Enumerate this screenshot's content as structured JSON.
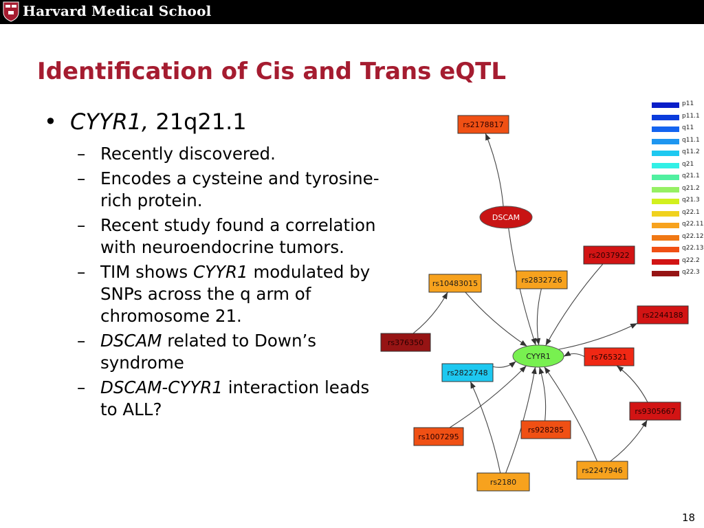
{
  "header": {
    "brand": "Harvard Medical School"
  },
  "slide": {
    "title": "Identification of Cis and Trans eQTL",
    "bullet": {
      "gene": "CYYR1,",
      "locus": " 21q21.1"
    },
    "subbullets": [
      [
        "",
        "Recently discovered.",
        ""
      ],
      [
        "",
        "Encodes a cysteine and tyrosine-rich protein.",
        ""
      ],
      [
        "",
        "Recent study found a correlation with neuroendocrine tumors.",
        ""
      ],
      [
        "TIM shows ",
        "CYYR1",
        " modulated by SNPs across the q arm of chromosome 21."
      ],
      [
        "",
        "DSCAM",
        " related to Down’s syndrome"
      ],
      [
        "",
        "DSCAM-CYYR1",
        " interaction leads to ALL?"
      ]
    ],
    "page_number": "18"
  },
  "legend": [
    {
      "label": "p11",
      "color": "#0a1ec8"
    },
    {
      "label": "p11.1",
      "color": "#0a3cdc"
    },
    {
      "label": "q11",
      "color": "#1464f0"
    },
    {
      "label": "q11.1",
      "color": "#1e96f0"
    },
    {
      "label": "q11.2",
      "color": "#1ec8f0"
    },
    {
      "label": "q21",
      "color": "#32f0e6"
    },
    {
      "label": "q21.1",
      "color": "#50f0a0"
    },
    {
      "label": "q21.2",
      "color": "#96f064"
    },
    {
      "label": "q21.3",
      "color": "#d2f01e"
    },
    {
      "label": "q22.1",
      "color": "#f0d21e"
    },
    {
      "label": "q22.11",
      "color": "#f7a21e"
    },
    {
      "label": "q22.12",
      "color": "#f07814"
    },
    {
      "label": "q22.13",
      "color": "#f05014"
    },
    {
      "label": "q22.2",
      "color": "#d21414"
    },
    {
      "label": "q22.3",
      "color": "#961414"
    }
  ],
  "network": {
    "nodes": [
      {
        "id": "CYYR1",
        "label": "CYYR1",
        "shape": "ellipse",
        "color": "#78f050"
      },
      {
        "id": "DSCAM",
        "label": "DSCAM",
        "shape": "ellipse",
        "color": "#c81414"
      },
      {
        "id": "rs2178817",
        "label": "rs2178817",
        "shape": "box",
        "color": "#f05014"
      },
      {
        "id": "rs2037922",
        "label": "rs2037922",
        "shape": "box",
        "color": "#d21414"
      },
      {
        "id": "rs10483015",
        "label": "rs10483015",
        "shape": "box",
        "color": "#f7a21e"
      },
      {
        "id": "rs2832726",
        "label": "rs2832726",
        "shape": "box",
        "color": "#f7a21e"
      },
      {
        "id": "rs2244188",
        "label": "rs2244188",
        "shape": "box",
        "color": "#d21414"
      },
      {
        "id": "rs376350",
        "label": "rs376350",
        "shape": "box",
        "color": "#961414"
      },
      {
        "id": "rs765321",
        "label": "rs765321",
        "shape": "box",
        "color": "#f02814"
      },
      {
        "id": "rs2822748",
        "label": "rs2822748",
        "shape": "box",
        "color": "#1ec8f0"
      },
      {
        "id": "rs9305667",
        "label": "rs9305667",
        "shape": "box",
        "color": "#d21414"
      },
      {
        "id": "rs928285",
        "label": "rs928285",
        "shape": "box",
        "color": "#f05014"
      },
      {
        "id": "rs1007295",
        "label": "rs1007295",
        "shape": "box",
        "color": "#f05014"
      },
      {
        "id": "rs2247946",
        "label": "rs2247946",
        "shape": "box",
        "color": "#f7a21e"
      },
      {
        "id": "rs2180",
        "label": "rs2180",
        "shape": "box",
        "color": "#f7a21e"
      }
    ],
    "edges": [
      [
        "DSCAM",
        "rs2178817"
      ],
      [
        "DSCAM",
        "CYYR1"
      ],
      [
        "rs10483015",
        "CYYR1"
      ],
      [
        "rs2832726",
        "CYYR1"
      ],
      [
        "rs2037922",
        "CYYR1"
      ],
      [
        "CYYR1",
        "rs2244188"
      ],
      [
        "rs376350",
        "rs10483015"
      ],
      [
        "rs765321",
        "CYYR1"
      ],
      [
        "rs2822748",
        "CYYR1"
      ],
      [
        "rs1007295",
        "CYYR1"
      ],
      [
        "rs2180",
        "CYYR1"
      ],
      [
        "rs2180",
        "rs2822748"
      ],
      [
        "rs928285",
        "CYYR1"
      ],
      [
        "rs2247946",
        "CYYR1"
      ],
      [
        "rs2247946",
        "rs9305667"
      ],
      [
        "rs9305667",
        "rs765321"
      ]
    ]
  }
}
